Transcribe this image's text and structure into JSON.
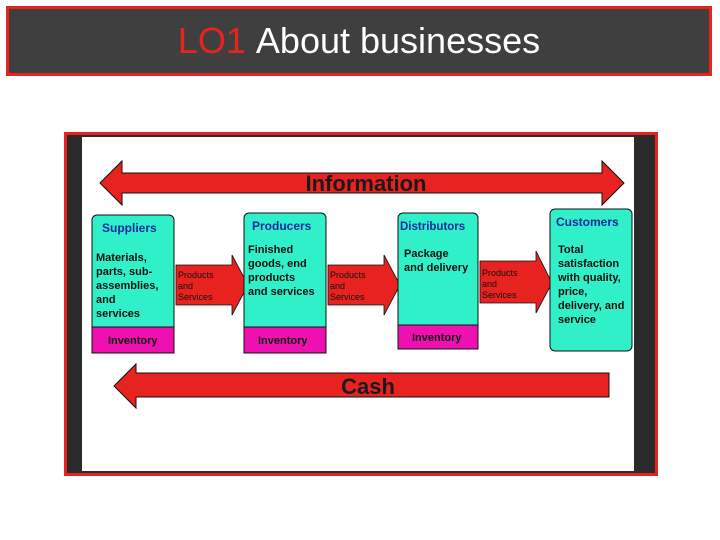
{
  "title": {
    "code": "LO1",
    "text": "About businesses"
  },
  "diagram": {
    "top_arrow_label": "Information",
    "bottom_arrow_label": "Cash",
    "stages": [
      {
        "header": "Suppliers",
        "body": [
          "Materials,",
          "parts, sub-",
          "assemblies,",
          "and",
          "services"
        ],
        "footer": "Inventory"
      },
      {
        "header": "Producers",
        "body": [
          "Finished",
          "goods, end",
          "products",
          "and services"
        ],
        "footer": "Inventory"
      },
      {
        "header": "Distributors",
        "body": [
          "Package",
          "and delivery"
        ],
        "footer": "Inventory"
      },
      {
        "header": "Customers",
        "body": [
          "Total",
          "satisfaction",
          "with quality,",
          "price,",
          "delivery, and",
          "service"
        ]
      }
    ],
    "flows": [
      [
        "Products",
        "and",
        "Services"
      ],
      [
        "Products",
        "and",
        "Services"
      ],
      [
        "Products",
        "and",
        "Services"
      ]
    ]
  },
  "colors": {
    "accent_red": "#e8231f",
    "box_teal": "#2ff0c8",
    "inventory_magenta": "#ee10b0",
    "header_blue": "#1a2aa0",
    "frame_dark": "#3f3f3f"
  }
}
